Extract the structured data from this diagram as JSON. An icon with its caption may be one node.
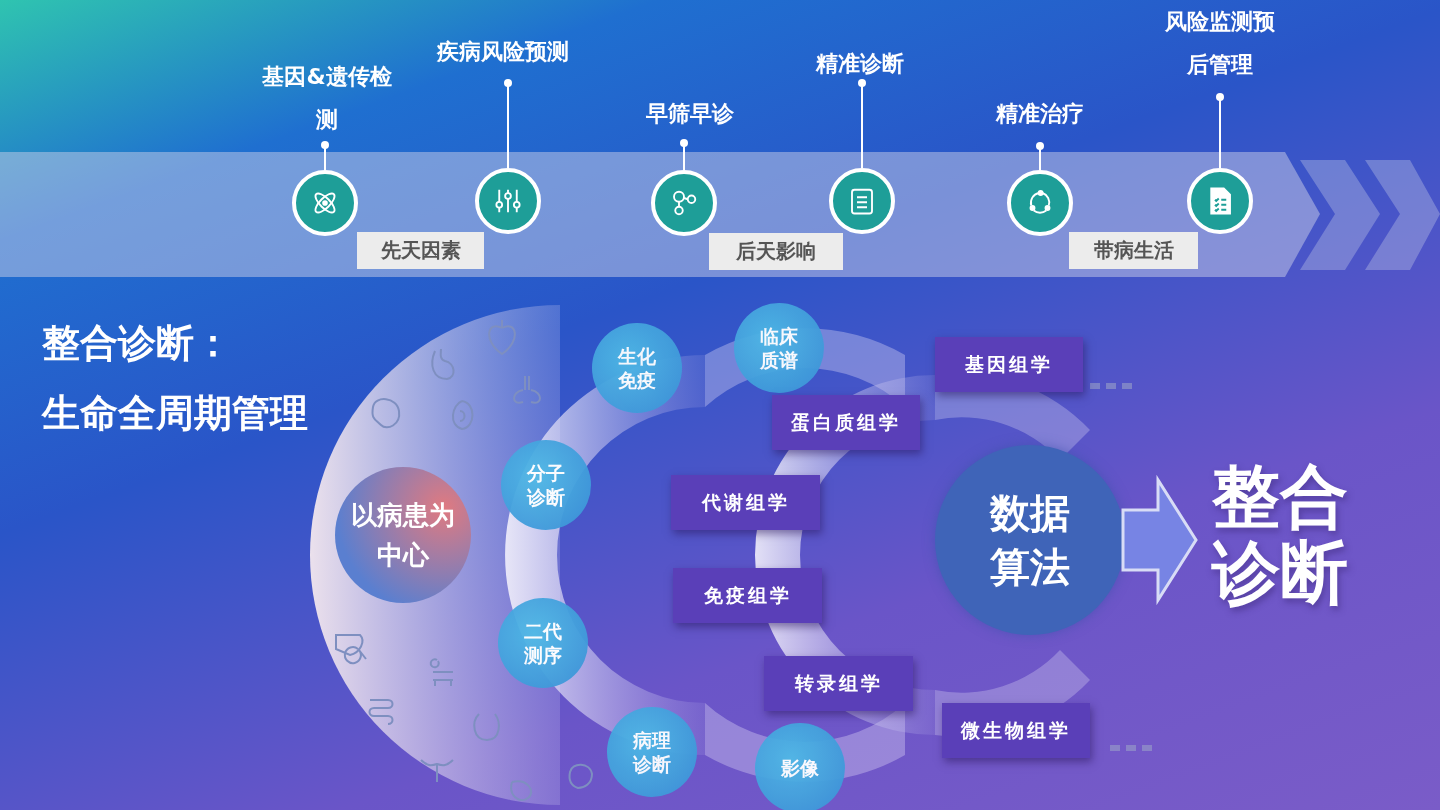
{
  "diagram": {
    "title": "整合诊断：生命全周期管理",
    "nodes": [
      {
        "text": [
          "基因&遗传检测"
        ]
      },
      {
        "text": [
          "疾病风险预测"
        ]
      },
      {
        "text": [
          "早筛早诊"
        ]
      },
      {
        "text": [
          "精准诊断"
        ]
      },
      {
        "text": [
          "精准治疗"
        ]
      },
      {
        "text": [
          "风险监测预后管理"
        ]
      },
      {
        "text": [],
        "shape": "circle"
      },
      {
        "text": [],
        "shape": "circle"
      },
      {
        "text": [],
        "shape": "circle"
      },
      {
        "text": [],
        "shape": "circle"
      },
      {
        "text": [],
        "shape": "circle"
      },
      {
        "text": [],
        "shape": "circle"
      },
      {
        "text": [
          "先天因素"
        ]
      },
      {
        "text": [
          "后天影响"
        ]
      },
      {
        "text": [
          "带病生活"
        ]
      },
      {
        "text": [
          "以病患为中心"
        ]
      },
      {
        "text": [
          "生化免疫"
        ]
      },
      {
        "text": [
          "临床质谱"
        ]
      },
      {
        "text": [
          "分子诊断"
        ]
      },
      {
        "text": [
          "二代测序"
        ]
      },
      {
        "text": [
          "病理诊断"
        ]
      },
      {
        "text": [
          "影像"
        ]
      },
      {
        "text": [
          "基因组学"
        ]
      },
      {
        "text": [
          "蛋白质组学"
        ]
      },
      {
        "text": [
          "代谢组学"
        ]
      },
      {
        "text": [
          "免疫组学"
        ]
      },
      {
        "text": [
          "转录组学"
        ]
      },
      {
        "text": [
          "微生物组学"
        ]
      },
      {
        "text": [
          "数据算法"
        ]
      },
      {
        "text": [
          "整合诊断"
        ]
      }
    ],
    "edges": [
      {
        "from": 0,
        "to": 6,
        "arrow": "other"
      },
      {
        "from": 1,
        "to": 7,
        "arrow": "other"
      },
      {
        "from": 2,
        "to": 8,
        "arrow": "other"
      },
      {
        "from": 3,
        "to": 9,
        "arrow": "other"
      },
      {
        "from": 4,
        "to": 10,
        "arrow": "other"
      },
      {
        "from": 5,
        "to": 11,
        "arrow": "other"
      },
      {
        "from": 28,
        "to": 29,
        "arrow": "to",
        "style": "thick"
      }
    ]
  }
}
